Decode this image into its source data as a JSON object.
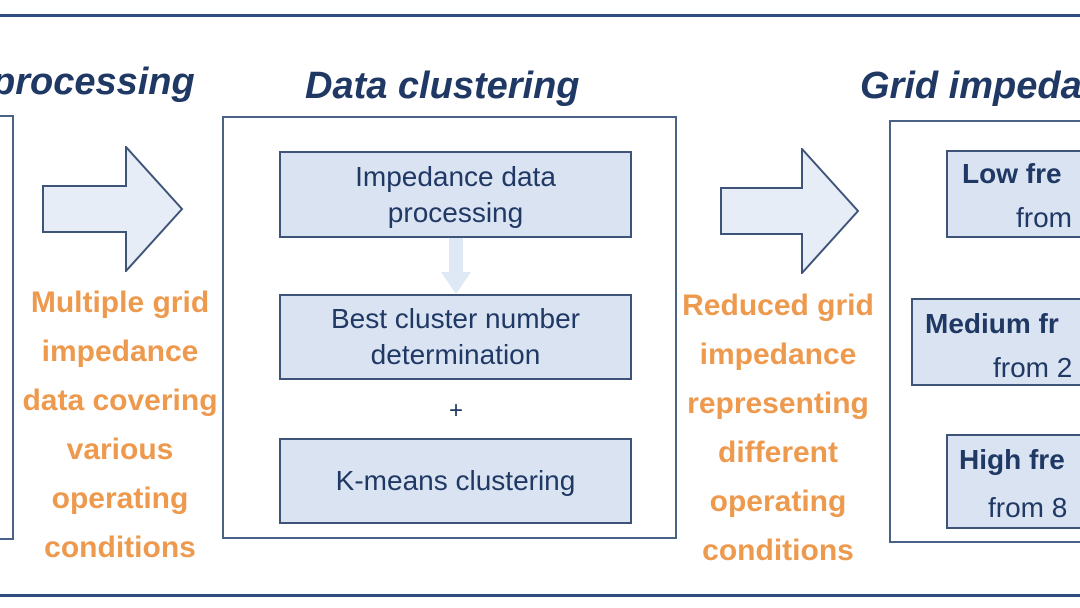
{
  "headings": {
    "left": "processing",
    "middle": "Data clustering",
    "right": "Grid impeda"
  },
  "clustering_steps": [
    "Impedance data processing",
    "Best cluster number determination",
    "K-means clustering"
  ],
  "step_line_breaks": [
    [
      "Impedance data",
      "processing"
    ],
    [
      "Best cluster number",
      "determination"
    ],
    [
      "K-means clustering"
    ]
  ],
  "plus_sign": "+",
  "left_arrow_caption": [
    "Multiple grid",
    "impedance",
    "data covering",
    "various",
    "operating",
    "conditions"
  ],
  "right_arrow_caption": [
    "Reduced grid",
    "impedance",
    "representing",
    "different",
    "operating",
    "conditions"
  ],
  "impedance_ranges": [
    {
      "title": "Low fre",
      "subtitle": "from"
    },
    {
      "title": "Medium fr",
      "subtitle": "from 2"
    },
    {
      "title": "High fre",
      "subtitle": "from 8"
    }
  ],
  "colors": {
    "heading": "#1f3864",
    "box_fill": "#dae3f2",
    "box_border": "#3d5377",
    "caption": "#ed9a4f",
    "arrow_fill": "#e6edf7",
    "arrow_stroke": "#3d5377",
    "frame": "#2f4d7e"
  },
  "icons": [
    "right-arrow-icon",
    "right-arrow-icon",
    "down-arrow-icon"
  ]
}
